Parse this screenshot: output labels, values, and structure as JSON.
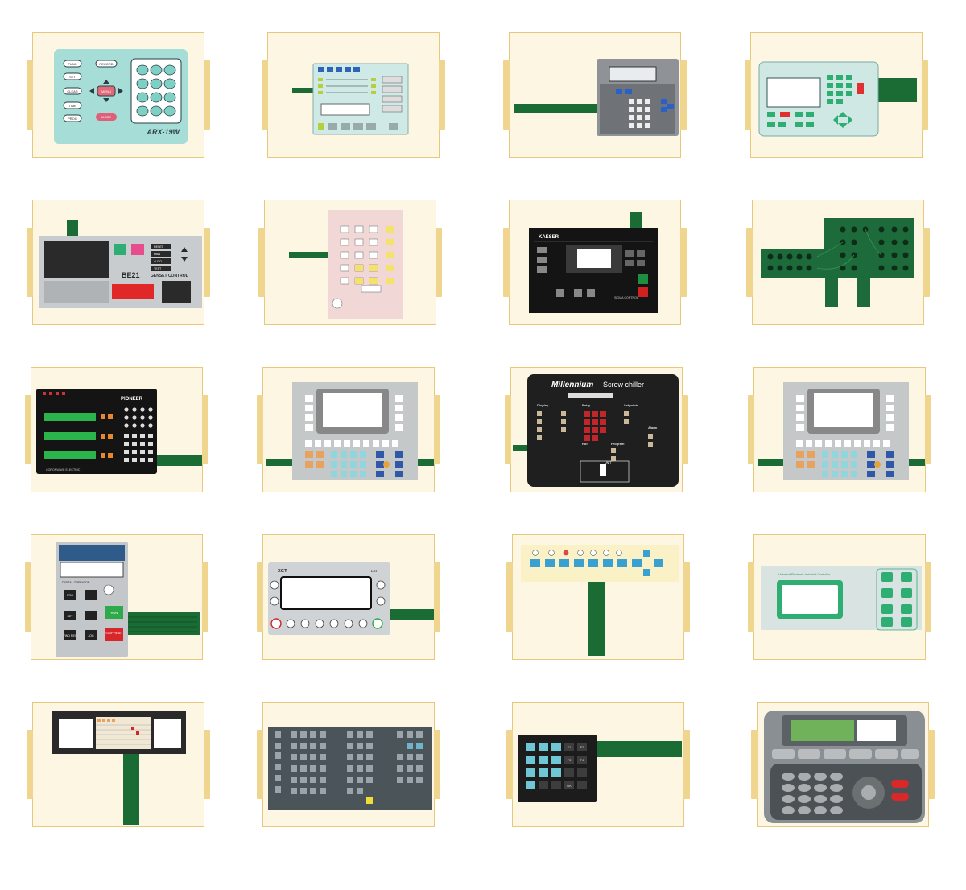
{
  "panels": [
    {
      "id": 1,
      "keys": [
        "FUNC",
        "SET",
        "CLEAR",
        "TIME",
        "PROG"
      ],
      "top_key": "RECORD",
      "center_key": "MENU",
      "bottom_key": "MODE",
      "model": "ARX-19W"
    },
    {
      "id": 2
    },
    {
      "id": 3
    },
    {
      "id": 4
    },
    {
      "id": 5,
      "model": "BE21",
      "title": "GENSET CONTROL",
      "keys": [
        "RESET",
        "MAN",
        "AUTO",
        "TEST"
      ]
    },
    {
      "id": 6
    },
    {
      "id": 7,
      "brand": "KAESER",
      "footer": "SIGMA CONTROL"
    },
    {
      "id": 8
    },
    {
      "id": 9,
      "brand": "PIONEER",
      "footer": "CORONWAVE ELECTRIC"
    },
    {
      "id": 10
    },
    {
      "id": 11,
      "brand": "Millennium",
      "product": "Screw chiller",
      "sections": [
        "Display",
        "Entry",
        "Setpoints",
        "Run",
        "Program",
        "Alarm"
      ],
      "unit": "UNIT"
    },
    {
      "id": 12
    },
    {
      "id": 13,
      "title": "DIGITAL OPERATOR",
      "keys": [
        "PRG",
        "SET",
        "RUN",
        "STOP RESET",
        "JOG",
        "FWD REV"
      ]
    },
    {
      "id": 14,
      "brand": "XGT",
      "model": "LSI"
    },
    {
      "id": 15
    },
    {
      "id": 16,
      "title": "Universal Electronic Industrial Controller"
    },
    {
      "id": 17
    },
    {
      "id": 18
    },
    {
      "id": 19,
      "keys": [
        "F1",
        "F2",
        "F3",
        "F4",
        "OK"
      ]
    },
    {
      "id": 20
    }
  ]
}
